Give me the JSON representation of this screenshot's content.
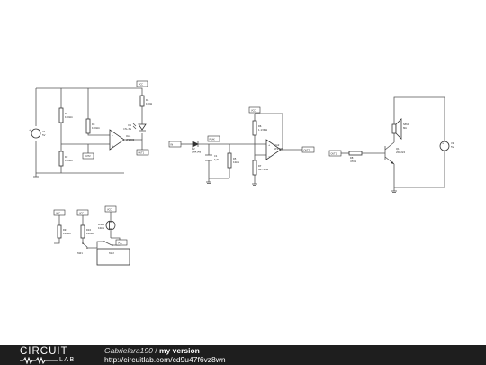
{
  "schematic": {
    "labels": {
      "v1": "V1",
      "v1_val": "5V",
      "r1": "R1",
      "r1_val": "100kΩ",
      "r2": "R2",
      "r2_val": "100kΩ",
      "r3": "R3",
      "r3_val": "100kΩ",
      "r4": "R4",
      "r4_val": "100Ω",
      "u1": "OA1",
      "u1_val": "LT1490",
      "led": "D1",
      "led_val": "LTL-3G",
      "d2": "D2",
      "d2_val": "1N4148",
      "c1": "C1",
      "c1_val": "1µF",
      "r5": "R5",
      "r5_val": "10kΩ",
      "r6": "R6",
      "r6_val": "1.13MΩ",
      "r7": "R7",
      "r7_val": "887.0kΩ",
      "u2": "OA2",
      "u2_val": "LT1490",
      "r8": "R8",
      "r8_val": "470Ω",
      "q1": "Q1",
      "q1_val": "2N2222",
      "spk": "SPK1",
      "spk_val": "8Ω",
      "v2": "V2",
      "v2_val": "5V",
      "r9": "R9",
      "r9_val": "100kΩ",
      "r10": "R10",
      "r10_val": "100kΩ",
      "ldr": "LDR1",
      "ldr_val": "10kΩ",
      "sw1": "SW1",
      "sw2": "SW2"
    },
    "net_tags": {
      "vcc_led": "VCC",
      "vcc_mid": "VCC",
      "vcc_left_a": "VCC",
      "vcc_left_b": "VCC",
      "vcc_left_c": "VCC",
      "vcc_small": "VCC",
      "out1": "OUT1",
      "out1_in": "OUT1",
      "out2": "OUT2",
      "out2_in": "OUT2",
      "peak": "PEAK",
      "in_node": "IN"
    }
  },
  "footer": {
    "logo_top": "CIRCUIT",
    "logo_bottom": "LAB",
    "author": "Gabrielara190",
    "separator": " / ",
    "title": "my version",
    "url": "http://circuitlab.com/cd9u47f6vz8wn"
  }
}
